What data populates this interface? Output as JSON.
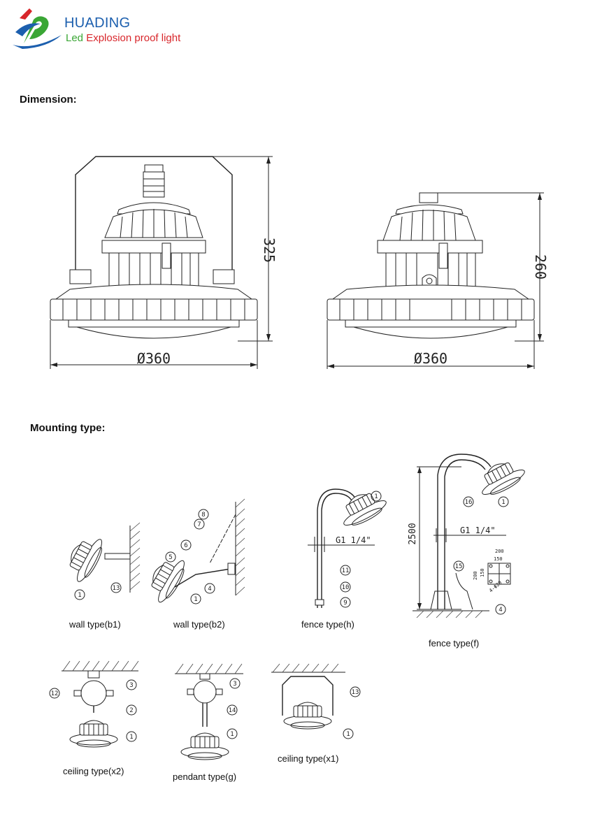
{
  "brand": {
    "name": "HUADING",
    "tagline_led": "Led",
    "tagline_rest": "Explosion proof light"
  },
  "sections": {
    "dimension": "Dimension:",
    "mounting": "Mounting type:"
  },
  "dimensions": {
    "left_height": "325",
    "left_width": "Ø360",
    "right_height": "260",
    "right_width": "Ø360"
  },
  "mounting_types": [
    {
      "caption": "wall type(b1)"
    },
    {
      "caption": "wall type(b2)"
    },
    {
      "caption": "fence type(h)"
    },
    {
      "caption": "fence type(f)"
    },
    {
      "caption": "ceiling type(x2)"
    },
    {
      "caption": "pendant type(g)"
    },
    {
      "caption": "ceiling type(x1)"
    }
  ],
  "annotations": {
    "thread_h": "G1 1/4\"",
    "thread_f": "G1 1/4\"",
    "pole_height": "2500",
    "plate_200": "200",
    "plate_150": "150",
    "plate_150v": "150",
    "plate_200v": "200",
    "plate_holes": "4-Φ20"
  },
  "part_numbers": {
    "b1": [
      "1",
      "13"
    ],
    "b2": [
      "8",
      "7",
      "6",
      "5",
      "4",
      "1"
    ],
    "h": [
      "1",
      "11",
      "10",
      "9"
    ],
    "f": [
      "16",
      "1",
      "15",
      "4"
    ],
    "x2": [
      "12",
      "3",
      "2",
      "1"
    ],
    "g": [
      "3",
      "14",
      "1"
    ],
    "x1": [
      "13",
      "1"
    ]
  }
}
